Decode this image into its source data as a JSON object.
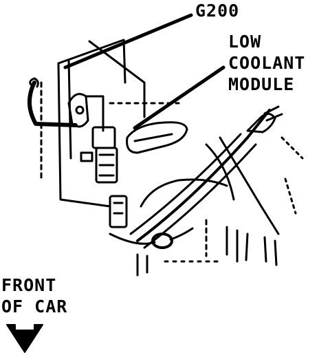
{
  "labels": {
    "ground": "G200",
    "module_lines": [
      "LOW",
      "COOLANT",
      "MODULE"
    ],
    "front_lines": [
      "FRONT",
      "OF CAR"
    ]
  },
  "colors": {
    "ink": "#000000",
    "paper": "#ffffff"
  },
  "icons": {
    "direction": "arrow-down-icon"
  }
}
